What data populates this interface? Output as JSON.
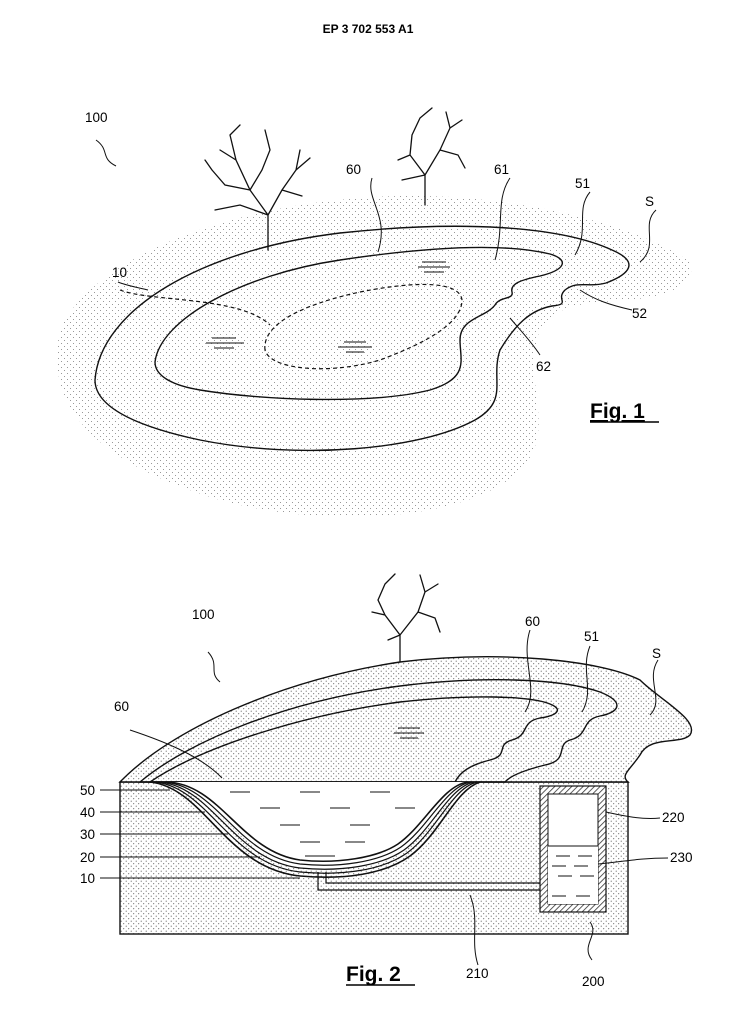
{
  "header": {
    "publication_number": "EP 3 702 553 A1"
  },
  "figure1": {
    "caption": "Fig. 1",
    "labels": {
      "l100": "100",
      "l10": "10",
      "l60": "60",
      "l61": "61",
      "l51": "51",
      "lS": "S",
      "l52": "52",
      "l62": "62"
    }
  },
  "figure2": {
    "caption": "Fig. 2",
    "labels": {
      "l100": "100",
      "l60_top": "60",
      "l51": "51",
      "lS": "S",
      "l60_left": "60",
      "l50": "50",
      "l40": "40",
      "l30": "30",
      "l20": "20",
      "l10": "10",
      "l220": "220",
      "l230": "230",
      "l210": "210",
      "l200": "200"
    }
  }
}
